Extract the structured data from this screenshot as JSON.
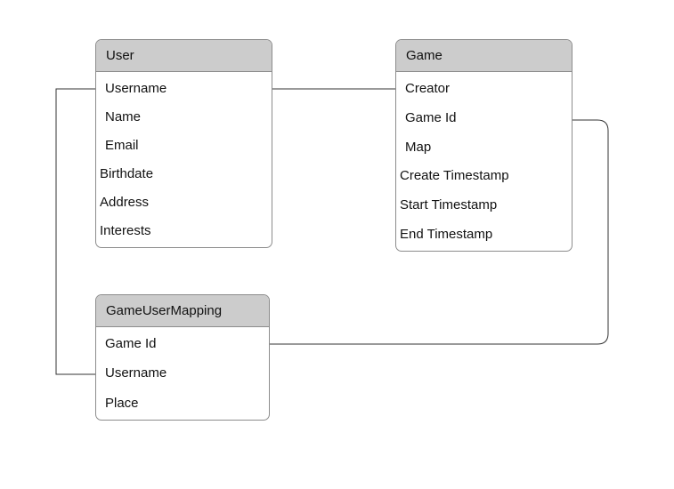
{
  "colors": {
    "header_fill": "#cccccc",
    "entity_border": "#8c8c8c",
    "connector": "#333333",
    "background": "#ffffff",
    "text": "#111111"
  },
  "entities": [
    {
      "title": "User",
      "fields": [
        "Username",
        "Name",
        "Email",
        "Birthdate",
        "Address",
        "Interests"
      ]
    },
    {
      "title": "Game",
      "fields": [
        "Creator",
        "Game Id",
        "Map",
        "Create Timestamp",
        "Start Timestamp",
        "End Timestamp"
      ]
    },
    {
      "title": "GameUserMapping",
      "fields": [
        "Game Id",
        "Username",
        "Place"
      ]
    }
  ],
  "connections": [
    {
      "from": "User.Username",
      "to": "Game.Creator"
    },
    {
      "from": "User.Username",
      "to": "GameUserMapping.Username"
    },
    {
      "from": "Game.Game Id",
      "to": "GameUserMapping.Game Id"
    }
  ]
}
